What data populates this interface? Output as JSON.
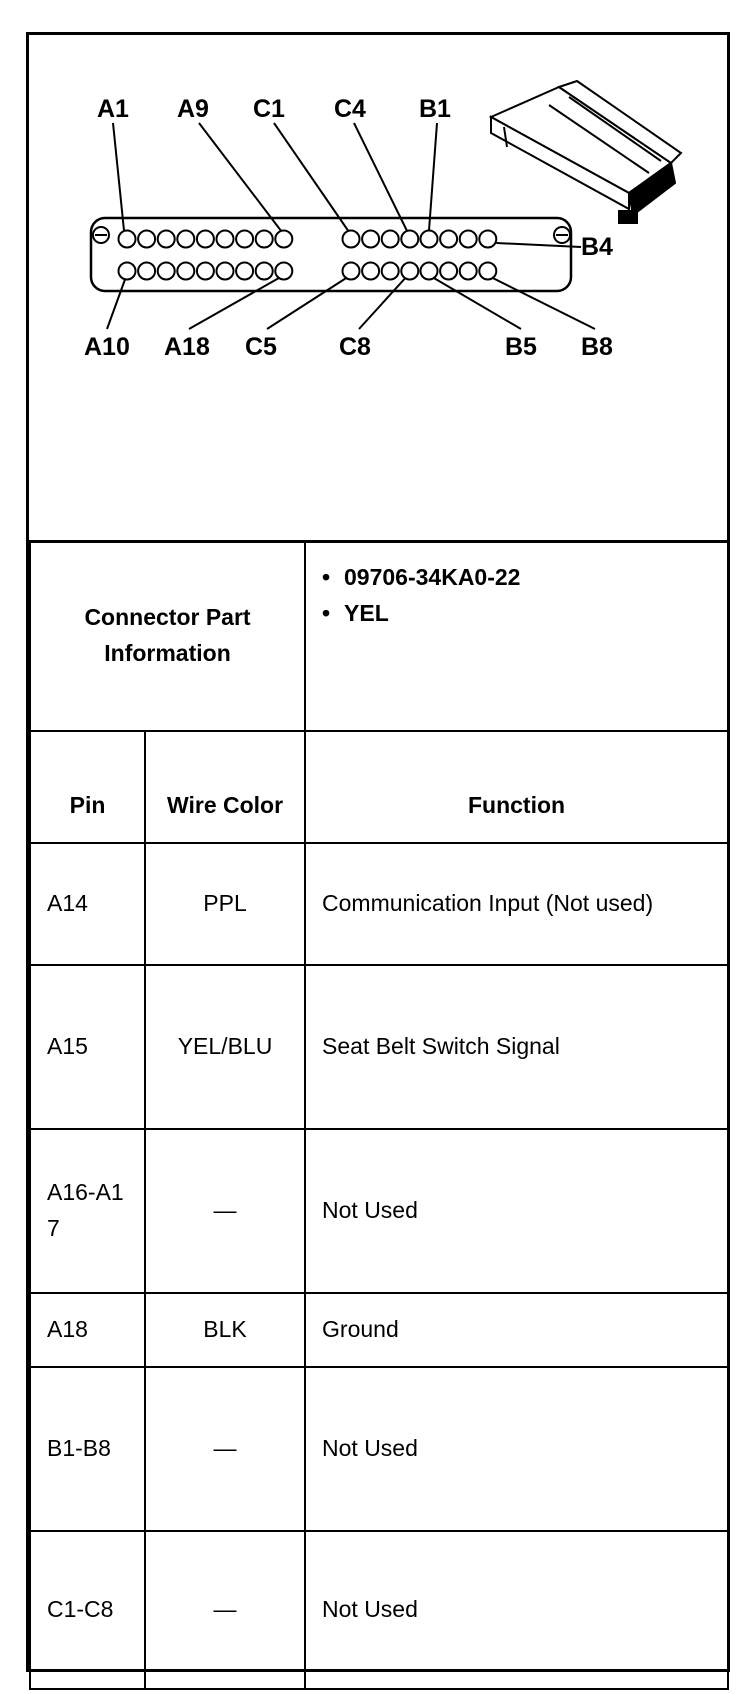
{
  "diagram": {
    "top_labels": [
      "A1",
      "A9",
      "C1",
      "C4",
      "B1"
    ],
    "right_label": "B4",
    "bottom_labels": [
      "A10",
      "A18",
      "C5",
      "C8",
      "B5",
      "B8"
    ]
  },
  "part_info": {
    "label": "Connector Part Information",
    "items": [
      "09706-34KA0-22",
      "YEL"
    ]
  },
  "table": {
    "headers": {
      "pin": "Pin",
      "wire_color": "Wire Color",
      "function": "Function"
    },
    "rows": [
      {
        "pin": "A14",
        "color": "PPL",
        "function": "Communication Input (Not used)"
      },
      {
        "pin": "A15",
        "color": "YEL/BLU",
        "function": "Seat Belt Switch Signal"
      },
      {
        "pin": "A16-A17",
        "color": "—",
        "function": "Not Used"
      },
      {
        "pin": "A18",
        "color": "BLK",
        "function": "Ground"
      },
      {
        "pin": "B1-B8",
        "color": "—",
        "function": "Not Used"
      },
      {
        "pin": "C1-C8",
        "color": "—",
        "function": "Not Used"
      }
    ]
  }
}
